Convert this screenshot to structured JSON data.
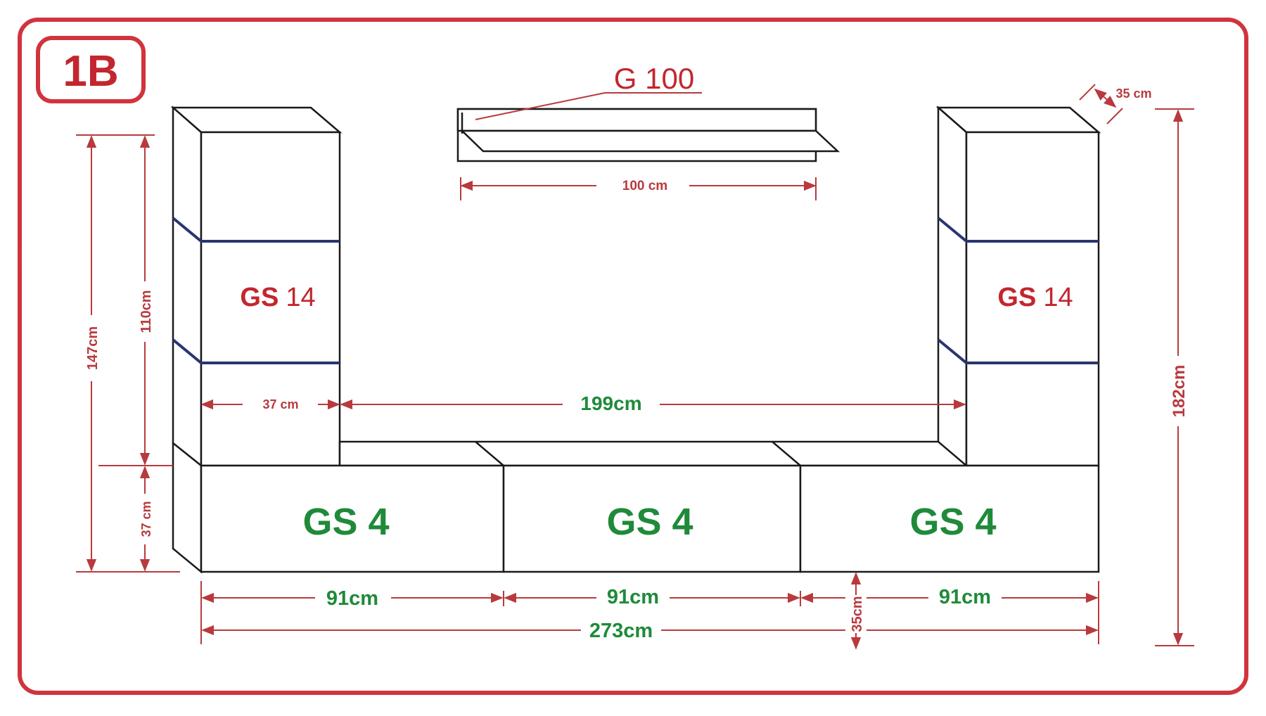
{
  "badge": "1B",
  "shelf": {
    "label": "G 100",
    "width": "100 cm"
  },
  "depth_top_right": "35 cm",
  "tall_cabinet_label": {
    "prefix": "GS",
    "number": "14"
  },
  "base_cabinet_label": "GS 4",
  "dimensions": {
    "height_147": "147cm",
    "height_110": "110cm",
    "height_37": "37 cm",
    "height_182": "182cm",
    "width_37": "37 cm",
    "gap_199": "199cm",
    "base_91_left": "91cm",
    "base_91_middle": "91cm",
    "base_91_right": "91cm",
    "total_273": "273cm",
    "depth_35": "35cm"
  },
  "colors": {
    "frame": "#d0343c",
    "dimension": "#b83a3e",
    "label_red": "#c3262e",
    "label_green": "#1f8a3a",
    "led_line": "#2a3570",
    "outline": "#1a1a1a"
  }
}
